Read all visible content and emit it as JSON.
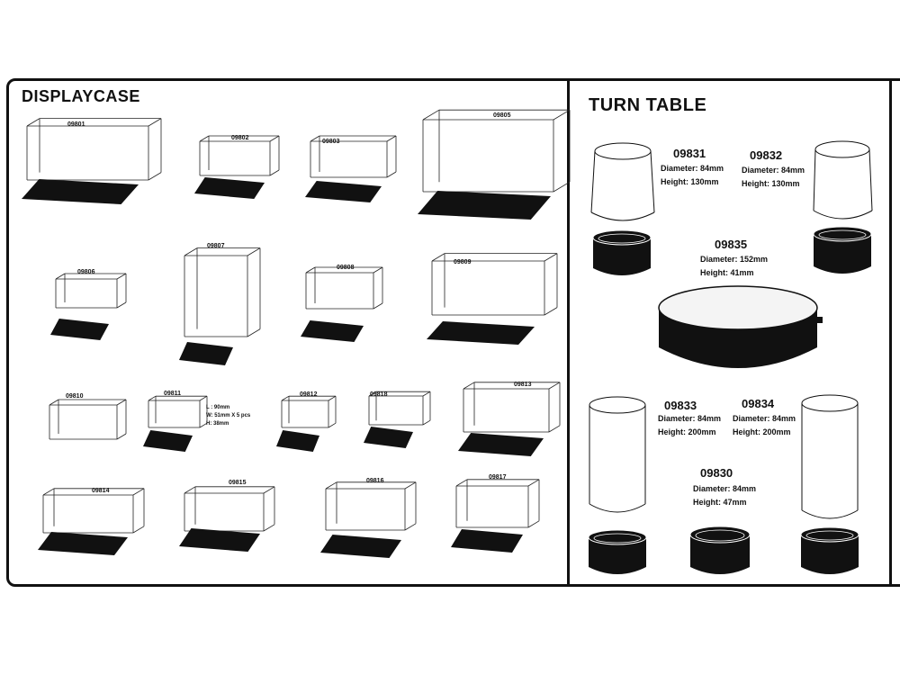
{
  "displaycase": {
    "title": "DISPLAYCASE",
    "items": [
      {
        "code": "09801"
      },
      {
        "code": "09802"
      },
      {
        "code": "09803"
      },
      {
        "code": "09805"
      },
      {
        "code": "09806"
      },
      {
        "code": "09807"
      },
      {
        "code": "09808"
      },
      {
        "code": "09809"
      },
      {
        "code": "09810"
      },
      {
        "code": "09811",
        "spec_l": "L : 90mm",
        "spec_w": "W: 51mm  X 5 pcs",
        "spec_h": "H: 38mm"
      },
      {
        "code": "09812"
      },
      {
        "code": "09818"
      },
      {
        "code": "09813"
      },
      {
        "code": "09814"
      },
      {
        "code": "09815"
      },
      {
        "code": "09816"
      },
      {
        "code": "09817"
      }
    ]
  },
  "turntable": {
    "title": "TURN TABLE",
    "items": [
      {
        "code": "09831",
        "diameter": "Diameter: 84mm",
        "height": "Height: 130mm"
      },
      {
        "code": "09832",
        "diameter": "Diameter: 84mm",
        "height": "Height: 130mm"
      },
      {
        "code": "09835",
        "diameter": "Diameter: 152mm",
        "height": "Height: 41mm"
      },
      {
        "code": "09833",
        "diameter": "Diameter: 84mm",
        "height": "Height: 200mm"
      },
      {
        "code": "09834",
        "diameter": "Diameter: 84mm",
        "height": "Height: 200mm"
      },
      {
        "code": "09830",
        "diameter": "Diameter: 84mm",
        "height": "Height: 47mm"
      }
    ]
  }
}
